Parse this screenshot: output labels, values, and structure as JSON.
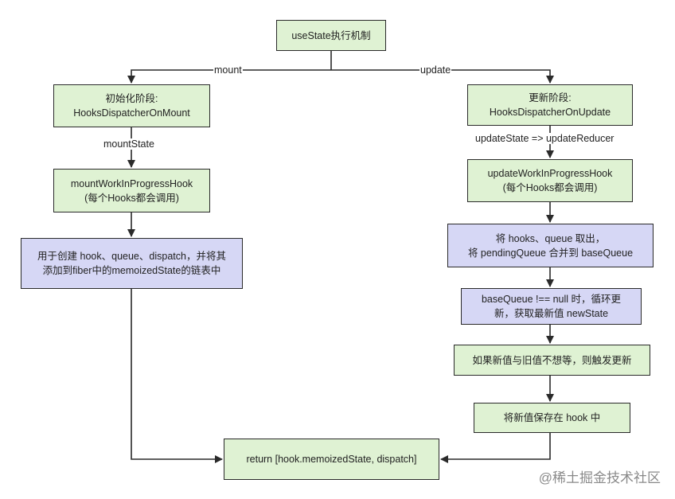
{
  "nodes": {
    "root": "useState执行机制",
    "mount_phase": [
      "初始化阶段:",
      "HooksDispatcherOnMount"
    ],
    "update_phase": [
      "更新阶段:",
      "HooksDispatcherOnUpdate"
    ],
    "mount_wip": [
      "mountWorkInProgressHook",
      "(每个Hooks都会调用)"
    ],
    "update_wip": [
      "updateWorkInProgressHook",
      "(每个Hooks都会调用)"
    ],
    "mount_create": [
      "用于创建 hook、queue、dispatch，并将其",
      "添加到fiber中的memoizedState的链表中"
    ],
    "update_take": [
      "将 hooks、queue 取出，",
      "将 pendingQueue 合并到 baseQueue"
    ],
    "update_loop": [
      "baseQueue !== null 时，循环更",
      "新，获取最新值 newState"
    ],
    "update_compare": "如果新值与旧值不想等，则触发更新",
    "update_save": "将新值保存在 hook 中",
    "return": "return [hook.memoizedState, dispatch]"
  },
  "edge_labels": {
    "mount": "mount",
    "update": "update",
    "mount_state": "mountState",
    "update_state": "updateState => updateReducer"
  },
  "watermark": "@稀土掘金技术社区"
}
